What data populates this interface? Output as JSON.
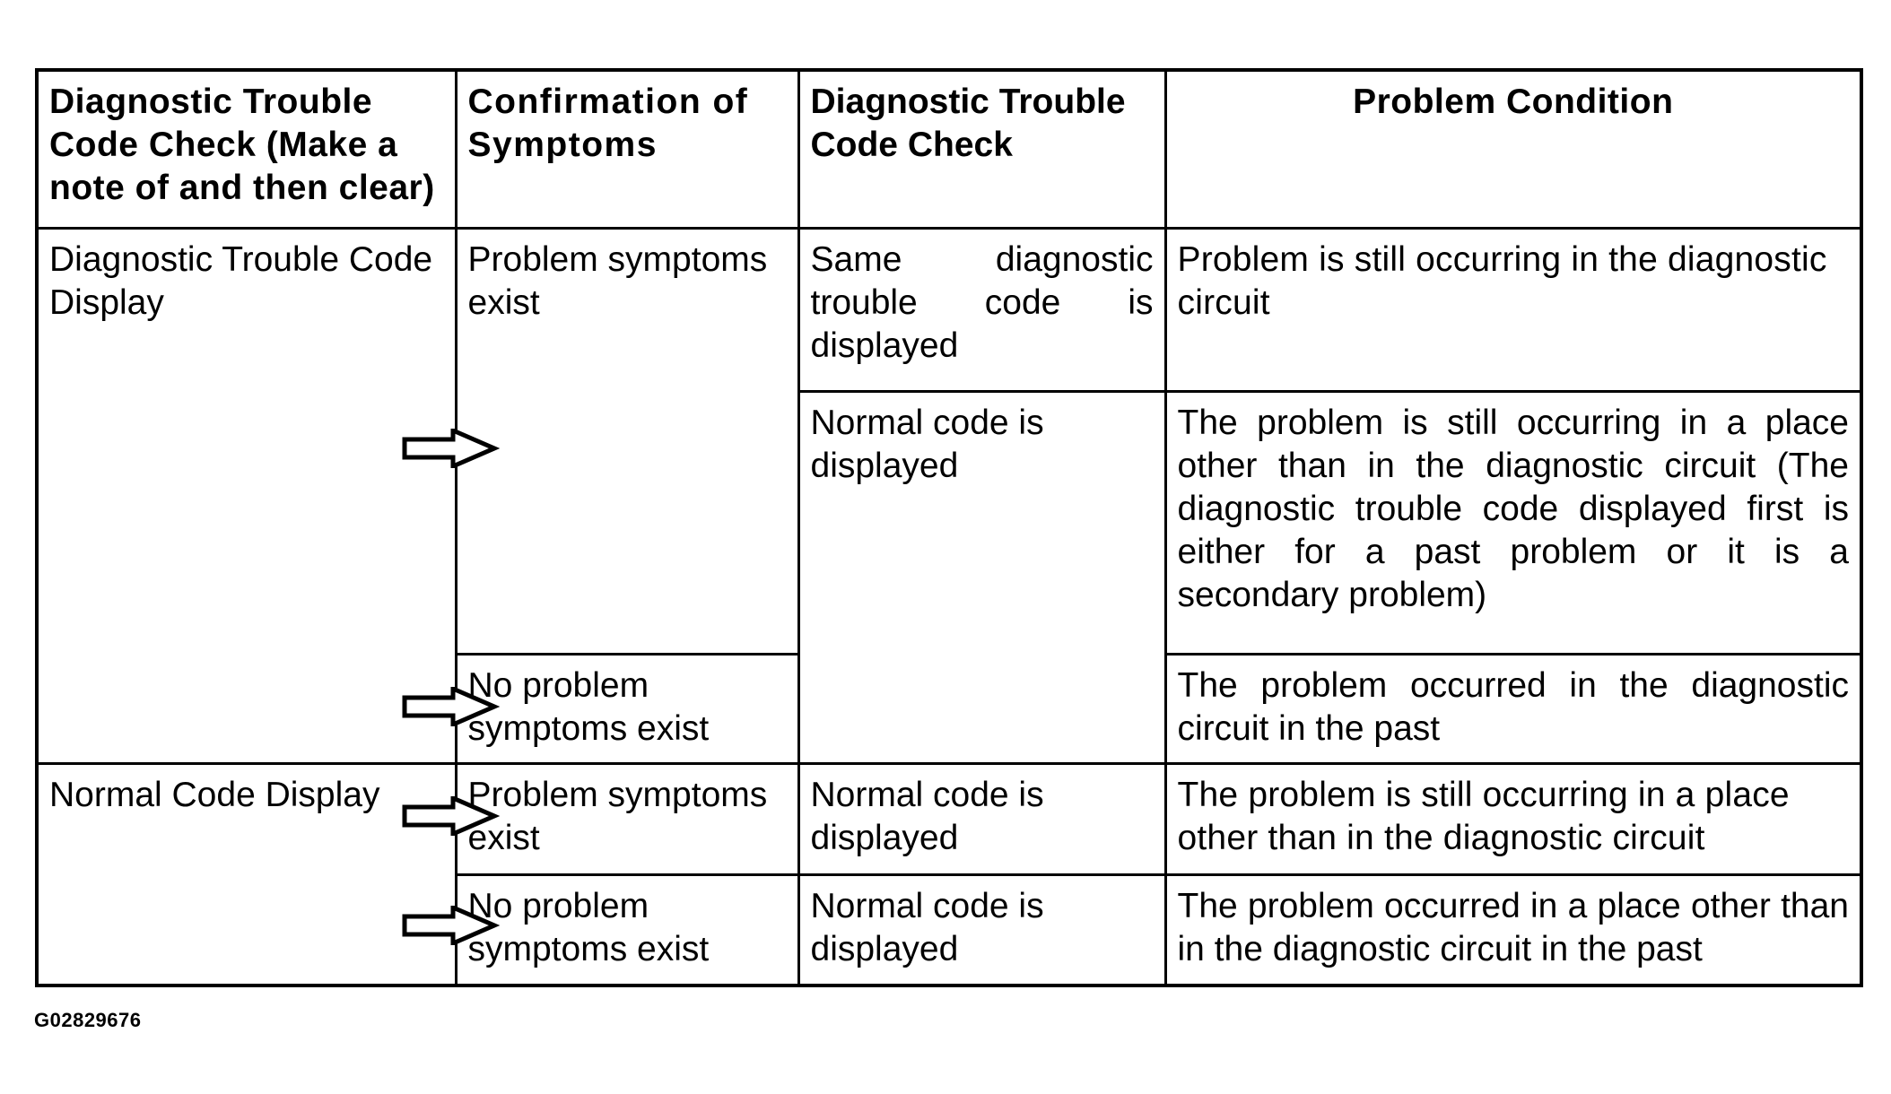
{
  "headers": {
    "col1": "Diagnostic Trouble Code Check (Make a note of and then clear)",
    "col2": "Confirmation of Symptoms",
    "col3": "Diagnostic Trouble Code Check",
    "col4": "Problem Condition"
  },
  "groups": [
    {
      "display": "Diagnostic Trouble Code Display",
      "rows": [
        {
          "symptoms": "Problem symptoms exist",
          "check": "Same diagnostic trouble code is displayed",
          "condition": "Problem is still occurring in the diagnostic circuit"
        },
        {
          "check": "Normal code is displayed",
          "condition": "The problem is still occurring in a place other than in the diagnostic circuit (The diagnostic trouble code displayed first is either for a past problem or it is a secondary problem)"
        },
        {
          "symptoms": "No problem symptoms exist",
          "condition": "The problem occurred in the diagnostic circuit in the past"
        }
      ]
    },
    {
      "display": "Normal Code Display",
      "rows": [
        {
          "symptoms": "Problem symptoms exist",
          "check": "Normal code is displayed",
          "condition": "The problem is still occurring in a place other than in the diagnostic circuit"
        },
        {
          "symptoms": "No problem symptoms exist",
          "check": "Normal code is displayed",
          "condition": "The problem occurred in a place other than in the diagnostic circuit in the past"
        }
      ]
    }
  ],
  "reference_code": "G02829676"
}
